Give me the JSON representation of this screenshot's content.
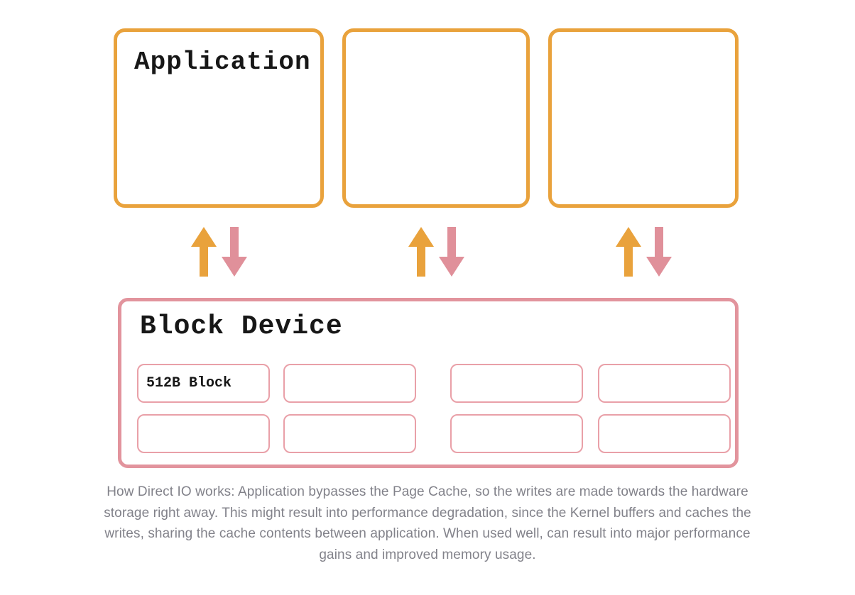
{
  "diagram": {
    "top_boxes": [
      {
        "label": "Application"
      },
      {
        "label": ""
      },
      {
        "label": ""
      }
    ],
    "arrow_pairs": 3,
    "block_device": {
      "title": "Block Device",
      "blocks": [
        {
          "label": "512B Block"
        },
        {
          "label": ""
        },
        {
          "label": ""
        },
        {
          "label": ""
        },
        {
          "label": ""
        },
        {
          "label": ""
        },
        {
          "label": ""
        },
        {
          "label": ""
        }
      ]
    }
  },
  "caption": {
    "full_text": "How Direct IO works: Application bypasses the Page Cache, so the writes are made towards the hardware storage right away. This might result into performance degradation, since the Kernel buffers and caches the writes, sharing the cache contents between application. When used well, can result into major performance gains and improved memory usage.",
    "lines": [
      "How Direct IO works: Application bypasses the Page Cache, so the writes are made towards the hardware",
      "storage right away. This might result into performance degradation, since the Kernel buffers and caches the",
      "writes, sharing the cache contents between application. When used well, can result into major performance",
      "gains and improved memory usage."
    ]
  },
  "colors": {
    "orange": "#E9A23C",
    "pink_arrow": "#E0909A",
    "pink_border": "#E2949D",
    "pink_border_light": "#E9A0A8",
    "title_text": "#171717",
    "caption_text": "#82828A"
  }
}
